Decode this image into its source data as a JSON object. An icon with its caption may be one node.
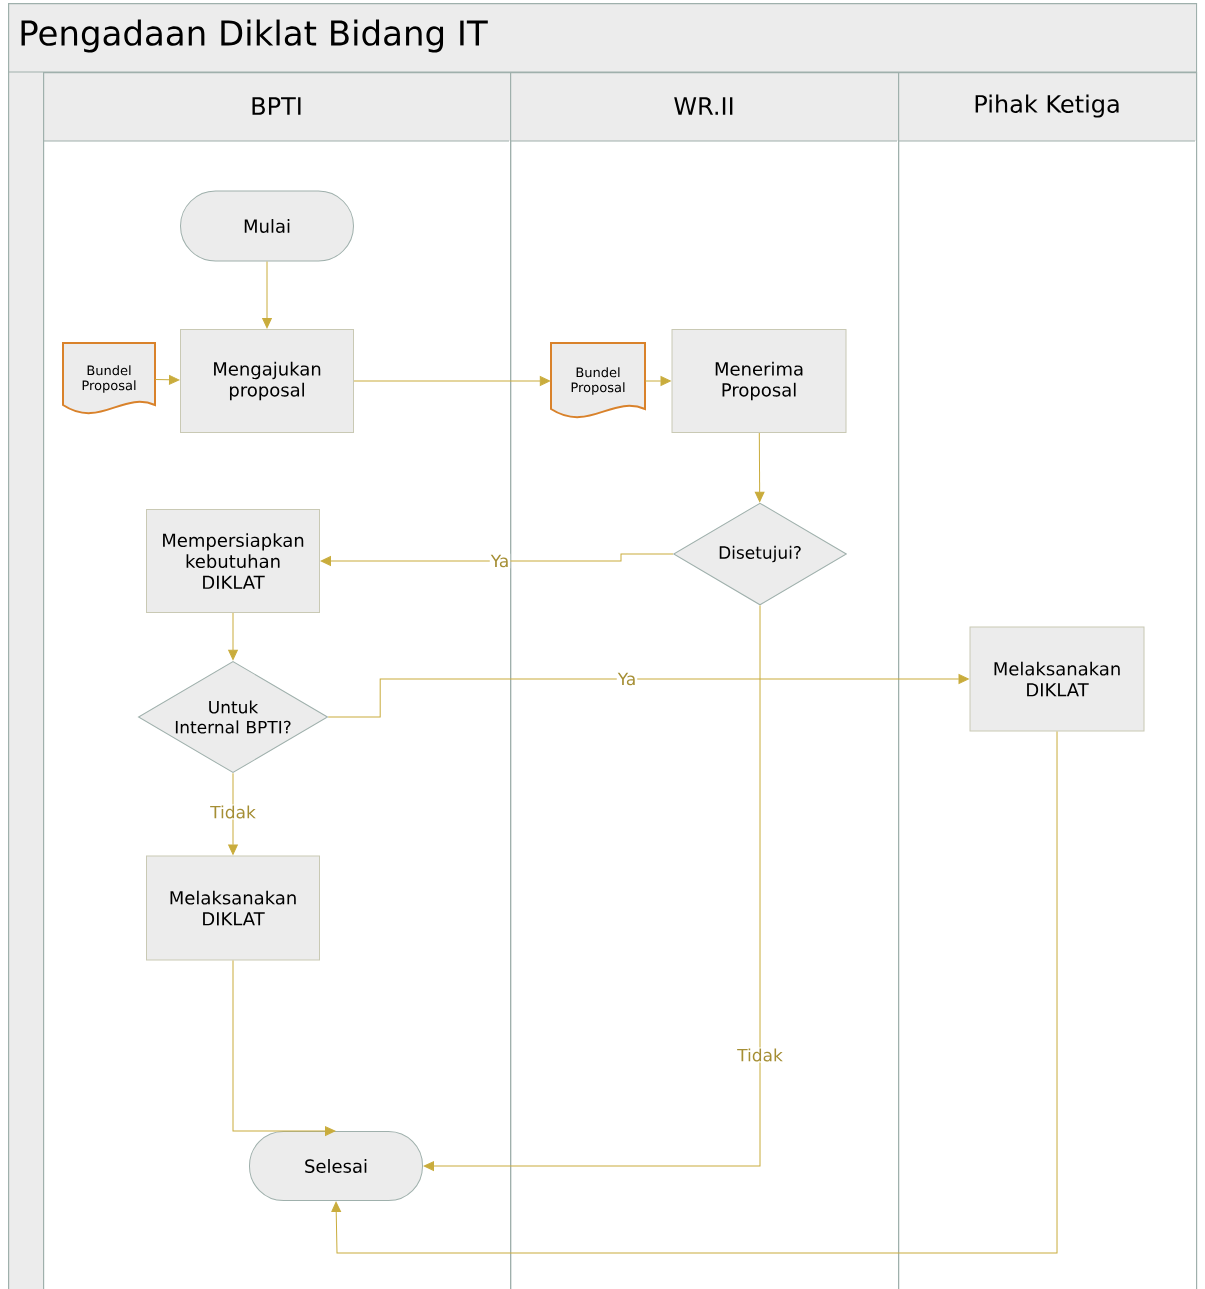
{
  "diagram": {
    "nodes": [
      {
        "text": [
          "Pengadaan Diklat Bidang IT"
        ]
      },
      {
        "text": [
          "BPTI"
        ],
        "in": 0
      },
      {
        "text": [
          "WR.II"
        ],
        "in": 0
      },
      {
        "text": [
          "Pihak Ketiga"
        ],
        "in": 0
      },
      {
        "text": [
          "Mulai"
        ],
        "in": 1
      },
      {
        "text": [
          "Bundel Proposal"
        ],
        "in": 1
      },
      {
        "text": [
          "Mengajukan proposal"
        ],
        "in": 1
      },
      {
        "text": [
          "Bundel Proposal"
        ],
        "in": 2
      },
      {
        "text": [
          "Menerima Proposal"
        ],
        "in": 2
      },
      {
        "text": [
          "Disetujui?"
        ],
        "in": 2
      },
      {
        "text": [
          "Mempersiapkan kebutuhan DIKLAT"
        ],
        "in": 1
      },
      {
        "text": [
          "Untuk Internal BPTI?"
        ],
        "in": 1
      },
      {
        "text": [
          "Melaksanakan DIKLAT"
        ],
        "in": 1
      },
      {
        "text": [
          "Melaksanakan DIKLAT"
        ],
        "in": 3
      },
      {
        "text": [
          "Selesai"
        ],
        "in": 1
      }
    ],
    "edges": [
      {
        "from": 4,
        "to": 6,
        "arrow": "to"
      },
      {
        "from": 5,
        "to": 6,
        "arrow": "to"
      },
      {
        "from": 6,
        "to": 7,
        "arrow": "to"
      },
      {
        "from": 7,
        "to": 8,
        "arrow": "to"
      },
      {
        "from": 8,
        "to": 9,
        "arrow": "to"
      },
      {
        "from": 9,
        "to": 10,
        "arrow": "to",
        "label": "Ya"
      },
      {
        "from": 10,
        "to": 11,
        "arrow": "to"
      },
      {
        "from": 11,
        "to": 13,
        "arrow": "to",
        "label": "Ya"
      },
      {
        "from": 11,
        "to": 12,
        "arrow": "to",
        "label": "Tidak"
      },
      {
        "from": 12,
        "to": 14,
        "arrow": "to"
      },
      {
        "from": 9,
        "to": 14,
        "arrow": "to",
        "label": "Tidak"
      },
      {
        "from": 13,
        "to": 14,
        "arrow": "to"
      }
    ]
  }
}
